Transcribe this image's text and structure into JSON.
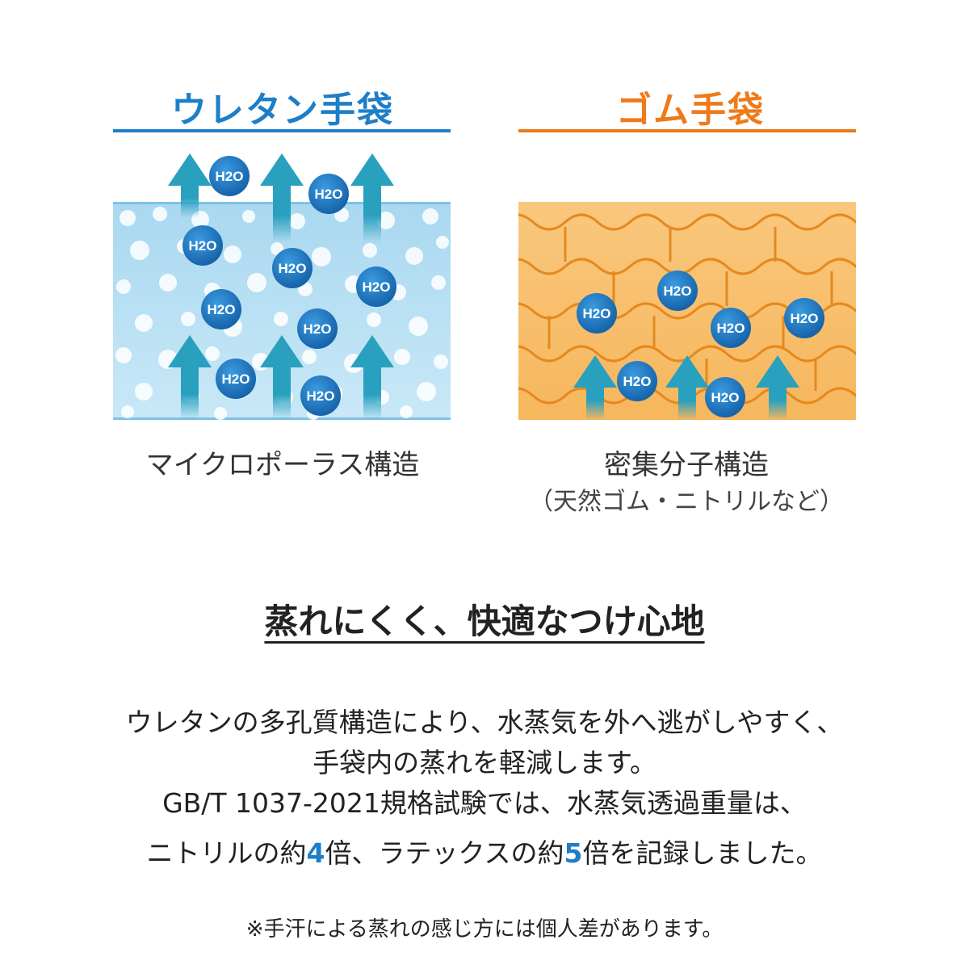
{
  "urethane": {
    "title": "ウレタン手袋",
    "caption": "マイクロポーラス構造",
    "molecule_label": "H2O"
  },
  "rubber": {
    "title": "ゴム手袋",
    "caption": "密集分子構造",
    "sub_caption": "（天然ゴム・ニトリルなど）",
    "molecule_label": "H2O"
  },
  "headline": "蒸れにくく、快適なつけ心地",
  "description": {
    "line1": "ウレタンの多孔質構造により、水蒸気を外へ逃がしやすく、",
    "line2": "手袋内の蒸れを軽減します。",
    "line3": "GB/T 1037-2021規格試験では、水蒸気透過重量は、",
    "line4_a": "ニトリルの約",
    "line4_num1": "4",
    "line4_b": "倍、ラテックスの約",
    "line4_num2": "5",
    "line4_c": "倍を記録しました。"
  },
  "note": "※手汗による蒸れの感じ方には個人差があります。",
  "colors": {
    "urethane_accent": "#1e7ec8",
    "rubber_accent": "#ee7a1a",
    "arrow": "#2aa0bf",
    "molecule": "#1e6fb8",
    "foam_bg": "#b9def2",
    "rubber_bg": "#f7bd6b",
    "highlight": "#1e7ec8"
  },
  "icons": [
    "up-arrow-icon",
    "h2o-molecule-icon"
  ]
}
